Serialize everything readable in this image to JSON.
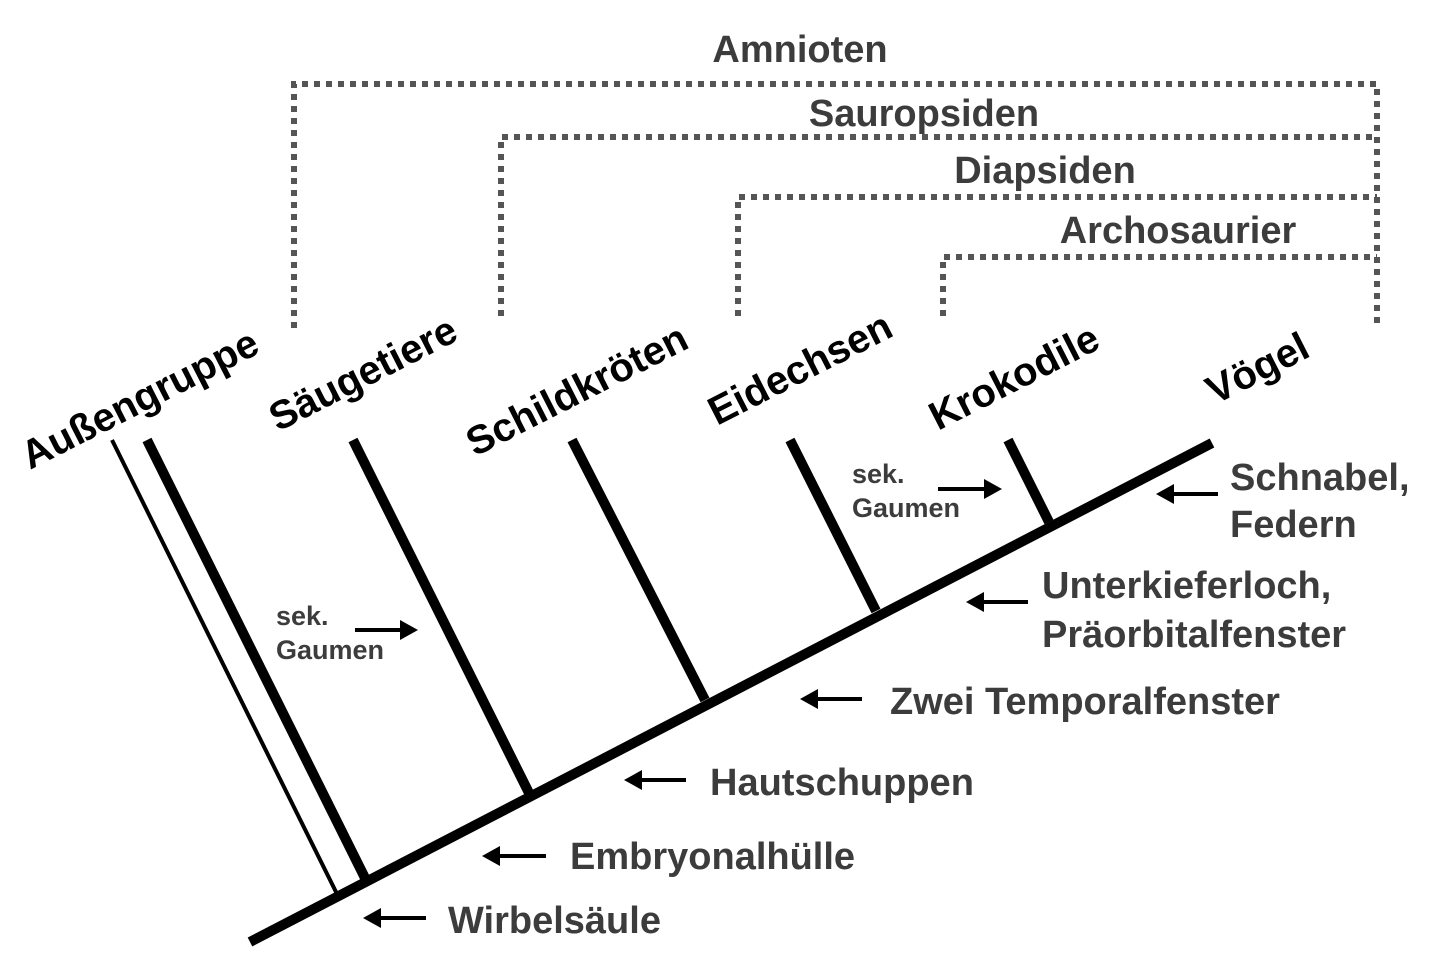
{
  "groups": {
    "amnioten": "Amnioten",
    "sauropsiden": "Sauropsiden",
    "diapsiden": "Diapsiden",
    "archosaurier": "Archosaurier"
  },
  "taxa": {
    "aussengruppe": "Außengruppe",
    "saeugetiere": "Säugetiere",
    "schildkroeten": "Schildkröten",
    "eidechsen": "Eidechsen",
    "krokodile": "Krokodile",
    "voegel": "Vögel"
  },
  "traits": {
    "schnabel_line1": "Schnabel,",
    "schnabel_line2": "Federn",
    "unterkiefer_line1": "Unterkieferloch,",
    "unterkiefer_line2": "Präorbitalfenster",
    "temporal": "Zwei Temporalfenster",
    "hautschuppen": "Hautschuppen",
    "embryonal": "Embryonalhülle",
    "wirbel": "Wirbelsäule"
  },
  "annotations": {
    "sek_gaumen_mammal_line1": "sek.",
    "sek_gaumen_mammal_line2": "Gaumen",
    "sek_gaumen_croc_line1": "sek.",
    "sek_gaumen_croc_line2": "Gaumen"
  },
  "colors": {
    "branch": "#000000",
    "label_gray": "#3c3c3c",
    "bracket_gray": "#555555"
  }
}
